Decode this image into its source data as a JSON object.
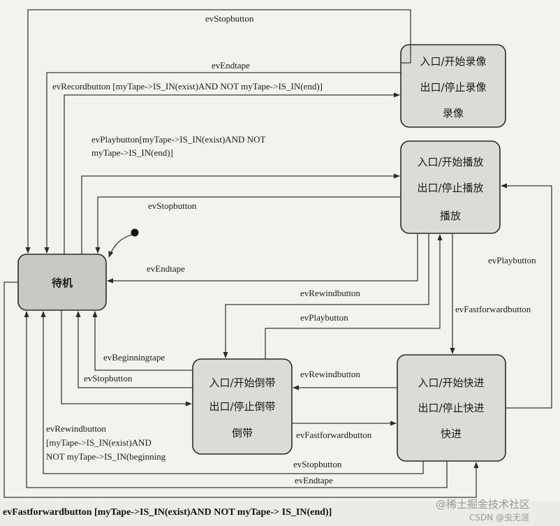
{
  "states": {
    "standby": {
      "name": "待机"
    },
    "record": {
      "entry": "入口/开始录像",
      "exit": "出口/停止录像",
      "name": "录像"
    },
    "play": {
      "entry": "入口/开始播放",
      "exit": "出口/停止播放",
      "name": "播放"
    },
    "rewind": {
      "entry": "入口/开始倒带",
      "exit": "出口/停止倒带",
      "name": "倒带"
    },
    "fastforward": {
      "entry": "入口/开始快进",
      "exit": "出口/停止快进",
      "name": "快进"
    }
  },
  "transitions": {
    "stop_from_record": "evStopbutton",
    "endtape_from_record": "evEndtape",
    "record_guard": "evRecordbutton [myTape->IS_IN(exist)AND NOT myTape->IS_IN(end)]",
    "play_guard_line1": "evPlaybutton[myTape->IS_IN(exist)AND NOT",
    "play_guard_line2": "myTape->IS_IN(end)]",
    "stop_from_play": "evStopbutton",
    "endtape_from_play": "evEndtape",
    "rewind_from_play": "evRewindbutton",
    "play_from_rewind": "evPlaybutton",
    "play_from_ff": "evPlaybutton",
    "ff_from_play": "evFastforwardbutton",
    "beginningtape": "evBeginningtape",
    "stop_from_rewind": "evStopbutton",
    "rewind_from_ff": "evRewindbutton",
    "ff_from_rewind": "evFastforwardbutton",
    "rewind_guard_line1": "evRewindbutton",
    "rewind_guard_line2": "[myTape->IS_IN(exist)AND",
    "rewind_guard_line3": "NOT myTape->IS_IN(beginning",
    "stop_from_ff": "evStopbutton",
    "endtape_from_ff": "evEndtape",
    "ff_guard": "evFastforwardbutton [myTape->IS_IN(exist)AND NOT myTape-> IS_IN(end)]"
  },
  "watermark": {
    "line1": "@稀土掘金技术社区",
    "line2": "CSDN @虫无涯"
  }
}
